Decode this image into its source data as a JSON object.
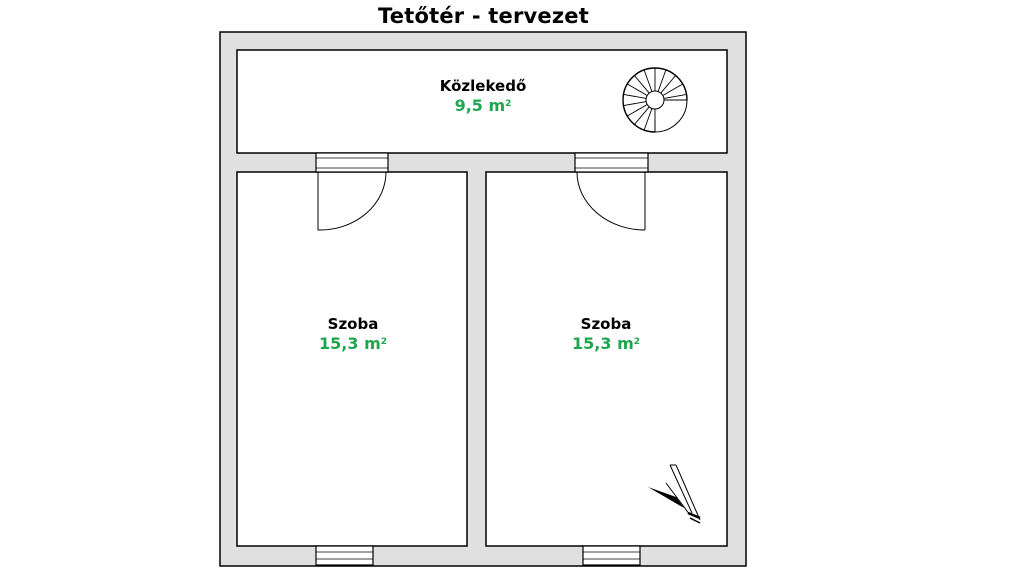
{
  "title": "Tetőtér - tervezet",
  "colors": {
    "wall": "#e0e0e0",
    "outline": "#000000",
    "room": "#ffffff",
    "area_text": "#1ea64f"
  },
  "rooms": [
    {
      "name": "Közlekedő",
      "area": "9,5",
      "unit": "m",
      "unit_sup": "2"
    },
    {
      "name": "Szoba",
      "area": "15,3",
      "unit": "m",
      "unit_sup": "2"
    },
    {
      "name": "Szoba",
      "area": "15,3",
      "unit": "m",
      "unit_sup": "2"
    }
  ],
  "icons": [
    "spiral-staircase-icon",
    "door-icon",
    "window-icon",
    "roof-window-icon"
  ]
}
